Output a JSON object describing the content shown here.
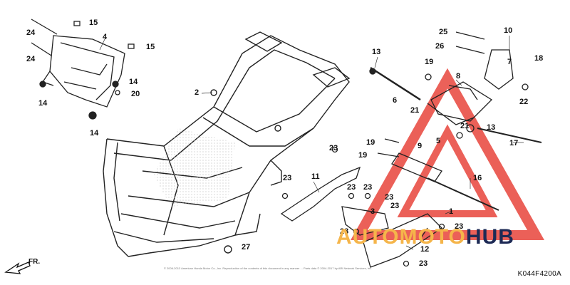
{
  "callouts": {
    "c1": "1",
    "c2": "2",
    "c3": "3",
    "c4": "4",
    "c5": "5",
    "c6": "6",
    "c7": "7",
    "c8": "8",
    "c9": "9",
    "c10": "10",
    "c11": "11",
    "c12": "12",
    "c13a": "13",
    "c13b": "13",
    "c14a": "14",
    "c14b": "14",
    "c14c": "14",
    "c15a": "15",
    "c15b": "15",
    "c16": "16",
    "c17": "17",
    "c18": "18",
    "c19a": "19",
    "c19b": "19",
    "c19c": "19",
    "c20": "20",
    "c21a": "21",
    "c21b": "21",
    "c22": "22",
    "c23a": "23",
    "c23b": "23",
    "c23c": "23",
    "c23d": "23",
    "c23e": "23",
    "c23f": "23",
    "c23g": "23",
    "c23h": "23",
    "c23i": "23",
    "c24a": "24",
    "c24b": "24",
    "c25": "25",
    "c26": "26",
    "c27": "27"
  },
  "diagram_code": "K044F4200A",
  "direction_label": "FR.",
  "copyright": "© 2006-2013 American Honda Motor Co., Inc. Reproduction of the contents of this document in any manner ... Parts data © 2004-2017 by ARI Network Services, Inc.",
  "watermark": {
    "word1": "AUTO",
    "word2": "MOTO",
    "word3": "HUB",
    "color_accent": "#e8453c",
    "color_dark": "#1d2a55",
    "color_gold": "#f5b54a"
  }
}
